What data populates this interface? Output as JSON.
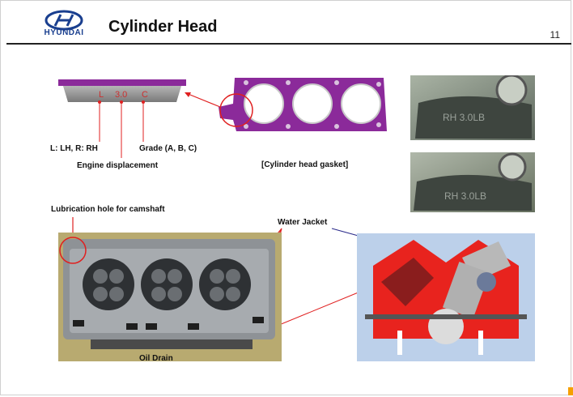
{
  "header": {
    "brand": "HYUNDAI",
    "title": "Cylinder Head",
    "page_number": "11"
  },
  "gasket_tag": {
    "stamp_l": "L",
    "stamp_disp": "3.0",
    "stamp_grade": "C"
  },
  "labels": {
    "side": "L: LH, R: RH",
    "grade": "Grade (A, B, C)",
    "displacement": "Engine displacement",
    "gasket_caption": "[Cylinder head gasket]",
    "lubrication": "Lubrication hole for camshaft",
    "water_jacket": "Water Jacket",
    "oil_drain": "Oil Drain"
  },
  "photos": {
    "gasket_closeup_top_text": "RH 3.0LB",
    "gasket_closeup_bottom_text": "RH 3.0LB"
  },
  "colors": {
    "brand_blue": "#1a3f8f",
    "gasket_purple": "#8b2a9a",
    "callout_red": "#e02020",
    "engine_red": "#e8231e",
    "water_jacket_line": "#2a2a8a"
  }
}
